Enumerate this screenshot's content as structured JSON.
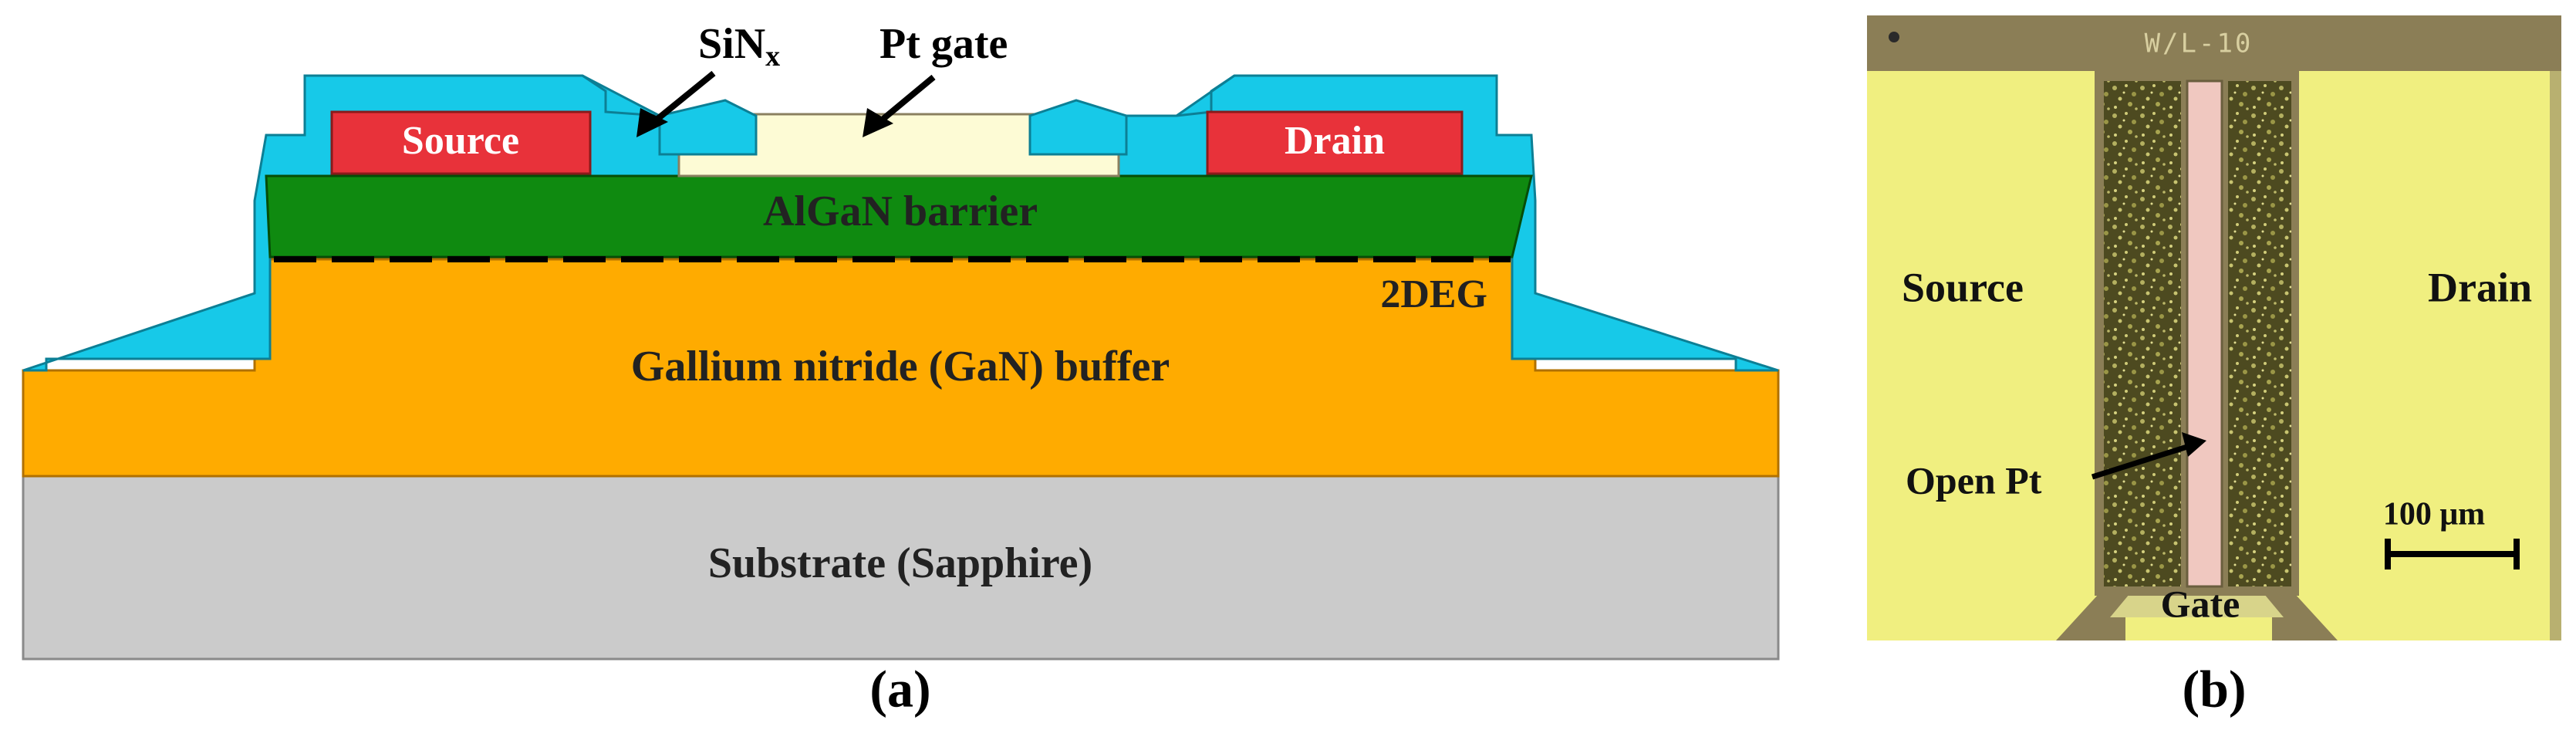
{
  "panel_a": {
    "caption": "(a)",
    "layers": {
      "substrate": "Substrate (Sapphire)",
      "buffer": "Gallium nitride (GaN) buffer",
      "barrier": "AlGaN barrier",
      "channel": "2DEG"
    },
    "contacts": {
      "source": "Source",
      "drain": "Drain"
    },
    "callouts": {
      "passivation_main": "SiN",
      "passivation_sub": "x",
      "gate": "Pt gate"
    },
    "colors": {
      "substrate": "#cbcbcb",
      "buffer": "#ffab00",
      "barrier": "#0f8a10",
      "contact": "#e8323a",
      "passivation": "#17c9e8",
      "gate": "#fdfbd5"
    }
  },
  "panel_b": {
    "caption": "(b)",
    "stamp": "W/L-10",
    "labels": {
      "source": "Source",
      "drain": "Drain",
      "gate": "Gate",
      "open_pt": "Open Pt"
    },
    "scale_bar": "100 μm",
    "colors": {
      "pad": "#f0ef80",
      "trench": "#4c4a22",
      "window": "#f0c8c0",
      "border": "#8b7e56"
    }
  }
}
